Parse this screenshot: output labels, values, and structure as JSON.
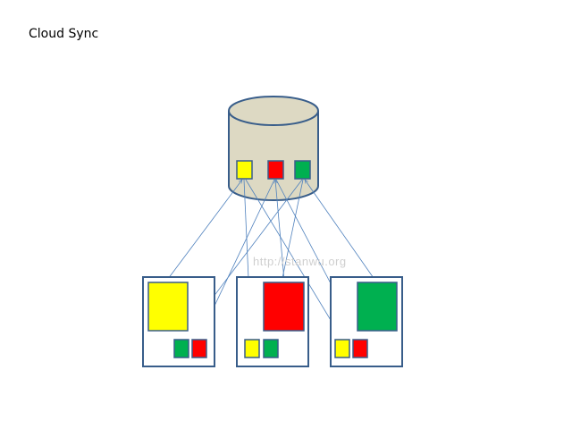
{
  "page": {
    "title": "Cloud Sync",
    "watermark": "http://stanwu.org"
  },
  "colors": {
    "yellow": "#ffff00",
    "red": "#ff0000",
    "green": "#00b050",
    "cylinder_fill": "#ddd9c3",
    "stroke": "#385d8a",
    "arrow": "#4f81bd"
  },
  "diagram": {
    "cloud": {
      "name": "cloud-storage",
      "files": [
        "yellow",
        "red",
        "green"
      ]
    },
    "clients": [
      {
        "name": "client-1",
        "main_doc": "yellow",
        "synced": [
          "green",
          "red"
        ]
      },
      {
        "name": "client-2",
        "main_doc": "red",
        "synced": [
          "yellow",
          "green"
        ]
      },
      {
        "name": "client-3",
        "main_doc": "green",
        "synced": [
          "yellow",
          "red"
        ]
      }
    ]
  }
}
